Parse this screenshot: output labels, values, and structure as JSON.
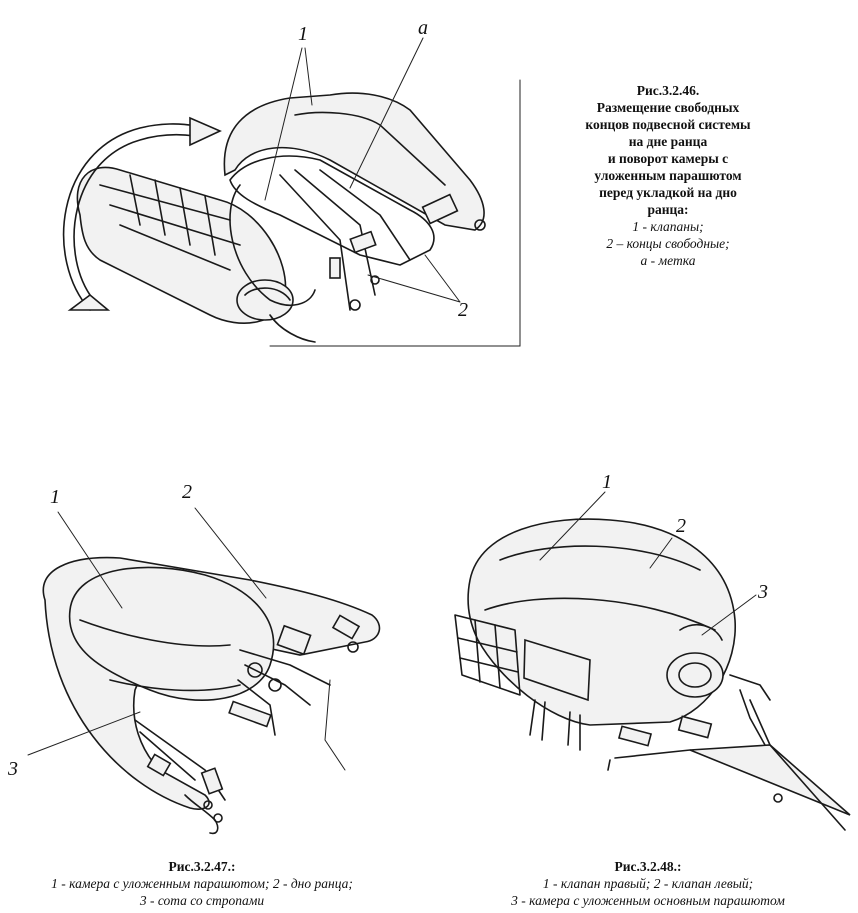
{
  "fig46": {
    "labels": {
      "n1": "1",
      "a": "a",
      "n2": "2"
    },
    "caption": {
      "title_lines": [
        "Рис.3.2.46.",
        "Размещение свободных",
        "концов подвесной системы",
        "на дне ранца",
        "и поворот камеры с",
        "уложенным парашютом",
        "перед укладкой на дно",
        "ранца:"
      ],
      "items": [
        "1 - клапаны;",
        "2 – концы свободные;",
        "а - метка"
      ]
    }
  },
  "fig47": {
    "labels": {
      "n1": "1",
      "n2": "2",
      "n3": "3"
    },
    "caption": {
      "title": "Рис.3.2.47.:",
      "line1": "1 - камера с уложенным парашютом; 2 - дно ранца;",
      "line2": "3 - сота со стропами"
    }
  },
  "fig48": {
    "labels": {
      "n1": "1",
      "n2": "2",
      "n3": "3"
    },
    "caption": {
      "title": "Рис.3.2.48.:",
      "line1": "1 - клапан правый; 2 - клапан левый;",
      "line2": "3 - камера с уложенным основным парашютом"
    }
  }
}
